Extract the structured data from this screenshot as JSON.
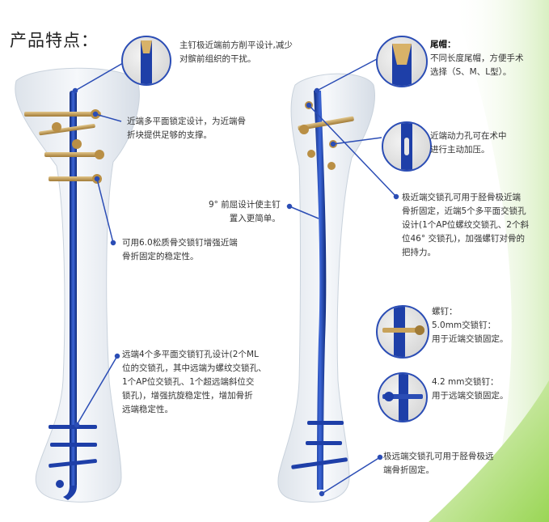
{
  "page": {
    "title": "产品特点：",
    "brand_colors": {
      "nail": "#1e3fa8",
      "screw": "#c8a25a",
      "bone": "#e9edf2",
      "accent_green": "#8fd14f"
    }
  },
  "annotations": {
    "a1": [
      "主钉极近端前方削平设计,减少",
      "对髌前组织的干扰。"
    ],
    "a2": [
      "近端多平面锁定设计，为近端骨",
      "折块提供足够的支撑。"
    ],
    "a3": [
      "可用6.0松质骨交锁钉增强近端",
      "骨折固定的稳定性。"
    ],
    "a4": [
      "远端4个多平面交锁钉孔设计(2个ML",
      "位的交锁孔，其中远端为螺纹交锁孔、",
      "1个AP位交锁孔、1个超远端斜位交",
      "锁孔)，增强抗旋稳定性，增加骨折",
      "远端稳定性。"
    ],
    "a5": [
      "9° 前屈设计使主钉",
      "置入更简单。"
    ],
    "a6_title": "尾帽：",
    "a6": [
      "不同长度尾帽，方便手术",
      "选择（S、M、L型）。"
    ],
    "a7": [
      "近端动力孔可在术中",
      "进行主动加压。"
    ],
    "a8": [
      "极近端交锁孔可用于胫骨极近端",
      "骨折固定，近端5个多平面交锁孔",
      "设计(1个AP位螺纹交锁孔、2个斜",
      "位46° 交锁孔)，加强螺钉对骨的",
      "把持力。"
    ],
    "a9": [
      "螺钉：",
      "5.0mm交锁钉：",
      "用于近端交锁固定。"
    ],
    "a10": [
      "4.2 mm交锁钉：",
      "用于远端交锁固定。"
    ],
    "a11": [
      "极远端交锁孔可用于胫骨极远",
      "端骨折固定。"
    ]
  }
}
